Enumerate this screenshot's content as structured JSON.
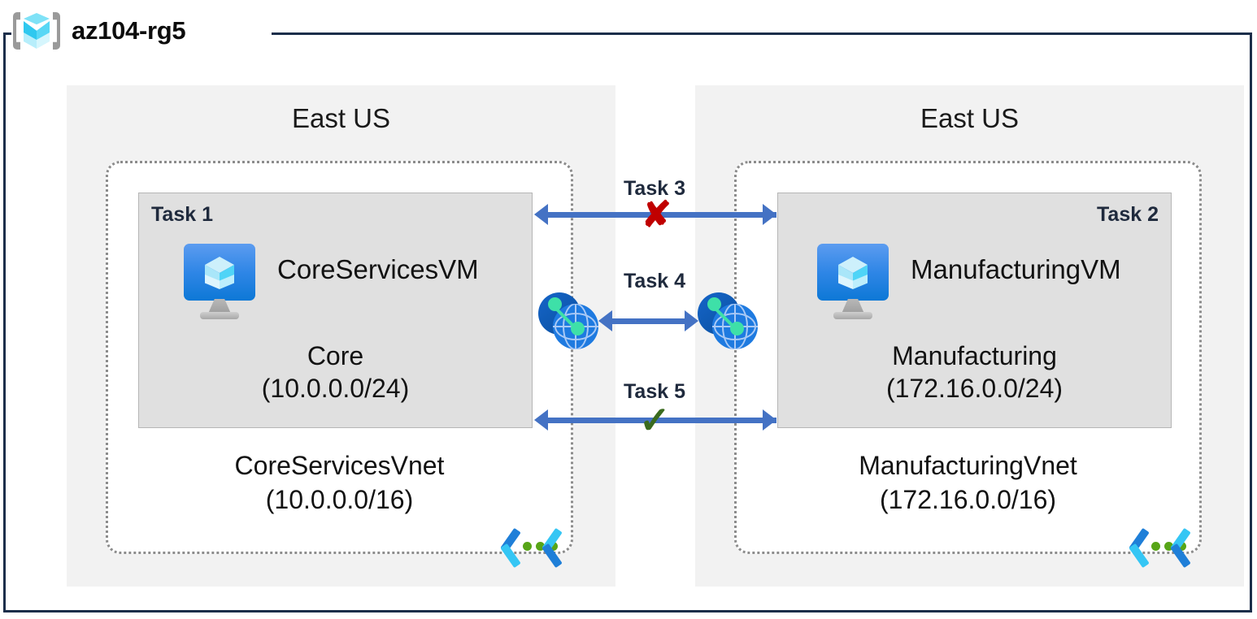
{
  "resource_group": {
    "name": "az104-rg5",
    "icon": "azure-resource-group-icon"
  },
  "regions": [
    {
      "id": "left",
      "label": "East US"
    },
    {
      "id": "right",
      "label": "East US"
    }
  ],
  "vnets": [
    {
      "id": "core",
      "name": "CoreServicesVnet",
      "address_space": "(10.0.0.0/16)",
      "icon": "vnet-icon",
      "subnet": {
        "task_tag": "Task 1",
        "task_tag_align": "left",
        "name": "Core",
        "address_space": "(10.0.0.0/24)",
        "vm": {
          "name": "CoreServicesVM",
          "icon": "virtual-machine-icon"
        }
      },
      "peering_icon": "vnet-peering-icon"
    },
    {
      "id": "manufacturing",
      "name": "ManufacturingVnet",
      "address_space": "(172.16.0.0/16)",
      "icon": "vnet-icon",
      "subnet": {
        "task_tag": "Task 2",
        "task_tag_align": "right",
        "name": "Manufacturing",
        "address_space": "(172.16.0.0/24)",
        "vm": {
          "name": "ManufacturingVM",
          "icon": "virtual-machine-icon"
        }
      },
      "peering_icon": "vnet-peering-icon"
    }
  ],
  "connections": [
    {
      "id": "task3",
      "label": "Task 3",
      "status_glyph": "✘",
      "status": "blocked",
      "status_color": "#c00000"
    },
    {
      "id": "task4",
      "label": "Task 4",
      "status_glyph": "",
      "status": "peering",
      "status_color": "#4472c4"
    },
    {
      "id": "task5",
      "label": "Task 5",
      "status_glyph": "✓",
      "status": "allowed",
      "status_color": "#3a6b1e"
    }
  ],
  "colors": {
    "frame": "#1c2e4a",
    "region_bg": "#f2f2f2",
    "subnet_bg": "#e0e0e0",
    "vnet_border": "#8c8c8c",
    "arrow": "#4472c4",
    "azure_blue": "#1e7ae0"
  }
}
